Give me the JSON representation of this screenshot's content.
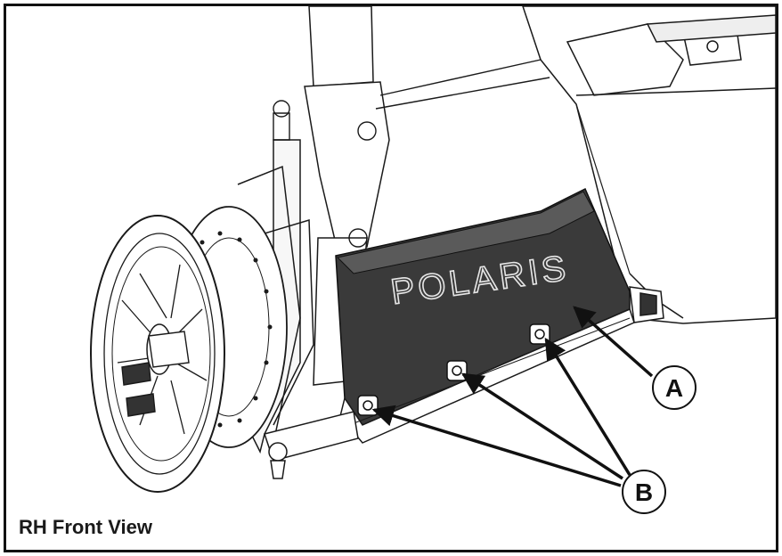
{
  "figure": {
    "caption": "RH Front View",
    "brand_text": "POLARIS"
  },
  "callouts": [
    {
      "id": "A",
      "label": "A"
    },
    {
      "id": "B",
      "label": "B"
    }
  ],
  "colors": {
    "line": "#1a1a1a",
    "panel": "#3a3a3a",
    "panel_light": "#5a5a5a",
    "background": "#ffffff"
  }
}
